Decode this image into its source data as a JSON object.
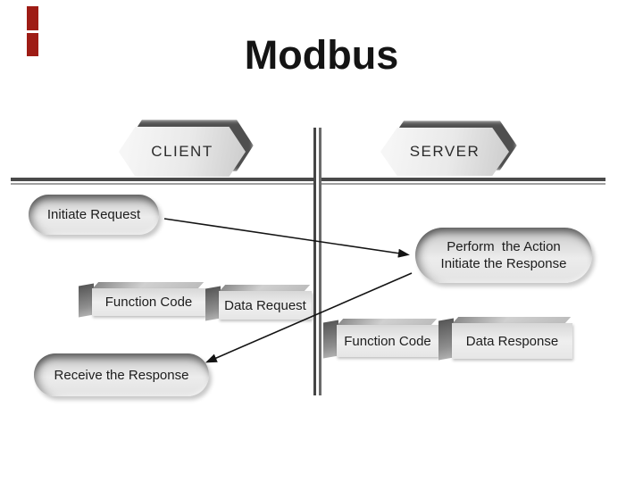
{
  "slide": {
    "title": "Modbus"
  },
  "diagram": {
    "client": {
      "label": "CLIENT"
    },
    "server": {
      "label": "SERVER"
    },
    "initiate_request": {
      "label": "Initiate Request"
    },
    "perform_action": {
      "line1": "Perform  the Action",
      "line2": "Initiate the Response"
    },
    "request_pdu": {
      "function_code": "Function Code",
      "data": "Data Request"
    },
    "response_pdu": {
      "function_code": "Function Code",
      "data": "Data Response"
    },
    "receive_response": {
      "label": "Receive the Response"
    },
    "colors": {
      "accent_bar": "#9e1c15",
      "divider_line": "#4a4a4a",
      "arrow": "#141414",
      "shape_fill": "#ececec",
      "shape_shadow": "#5a5a5a",
      "text": "#1d1d1d",
      "background": "#ffffff"
    }
  }
}
